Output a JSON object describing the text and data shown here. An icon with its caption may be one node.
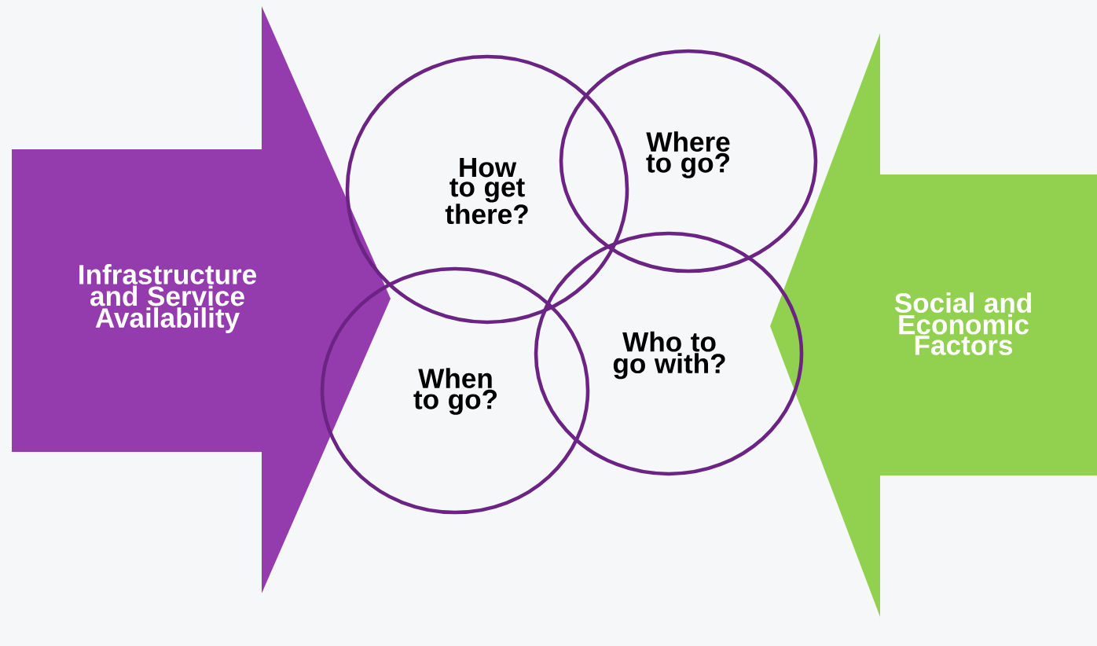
{
  "diagram": {
    "nodes": [
      {
        "text": [
          "Infrastructure and Service Availability"
        ]
      },
      {
        "text": [
          "How to get there?"
        ]
      },
      {
        "text": [
          "Where to go?"
        ]
      },
      {
        "text": [
          "When to go?"
        ]
      },
      {
        "text": [
          "Who to go with?"
        ]
      },
      {
        "text": [
          "Social and Economic Factors"
        ]
      }
    ]
  }
}
